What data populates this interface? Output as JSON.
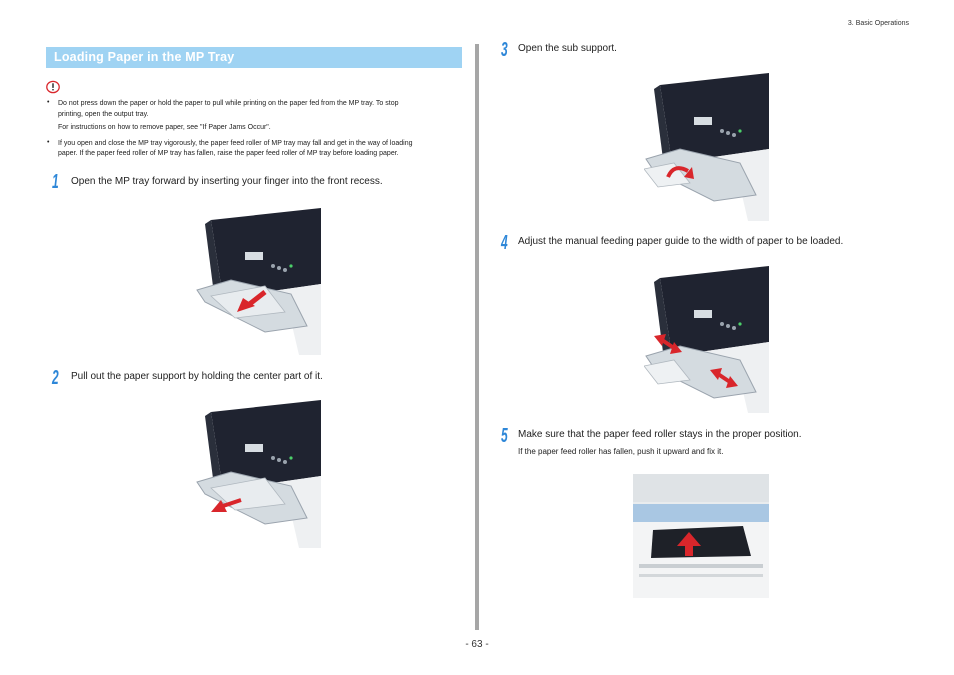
{
  "header": {
    "chapter": "3. Basic Operations"
  },
  "section": {
    "title": "Loading Paper in the MP Tray"
  },
  "notes": [
    {
      "bullet": "•",
      "lines": [
        "Do not press down the paper or hold the paper to pull while printing on the paper fed from the MP tray. To stop",
        "printing, open the output tray."
      ]
    },
    {
      "bullet": "",
      "lines": [
        "For instructions on how to remove paper, see \"If Paper Jams Occur\"."
      ]
    },
    {
      "bullet": "•",
      "lines": [
        "If you open and close the MP tray vigorously, the paper feed roller of MP tray may fall and get in the way of loading",
        "paper. If the paper feed roller of MP tray has fallen, raise the paper feed roller of MP tray before loading paper."
      ]
    }
  ],
  "steps": [
    {
      "num": "1",
      "text": "Open the MP tray forward by inserting your finger into the front recess."
    },
    {
      "num": "2",
      "text": "Pull out the paper support by holding the center part of it."
    },
    {
      "num": "3",
      "text": "Open the sub support."
    },
    {
      "num": "4",
      "text": "Adjust the manual feeding paper guide to the width of paper to be loaded."
    },
    {
      "num": "5",
      "text": "Make sure that the paper feed roller stays in the proper position.",
      "sub": "If the paper feed roller has fallen, push it upward and fix it."
    }
  ],
  "footer": {
    "page": "- 63 -"
  },
  "colors": {
    "section_bar": "#9fd3f3",
    "step_number": "#2e87d8",
    "arrow": "#d9262b",
    "divider": "#a6a6a6"
  },
  "icons": {
    "warning": "exclamation-in-circle"
  }
}
